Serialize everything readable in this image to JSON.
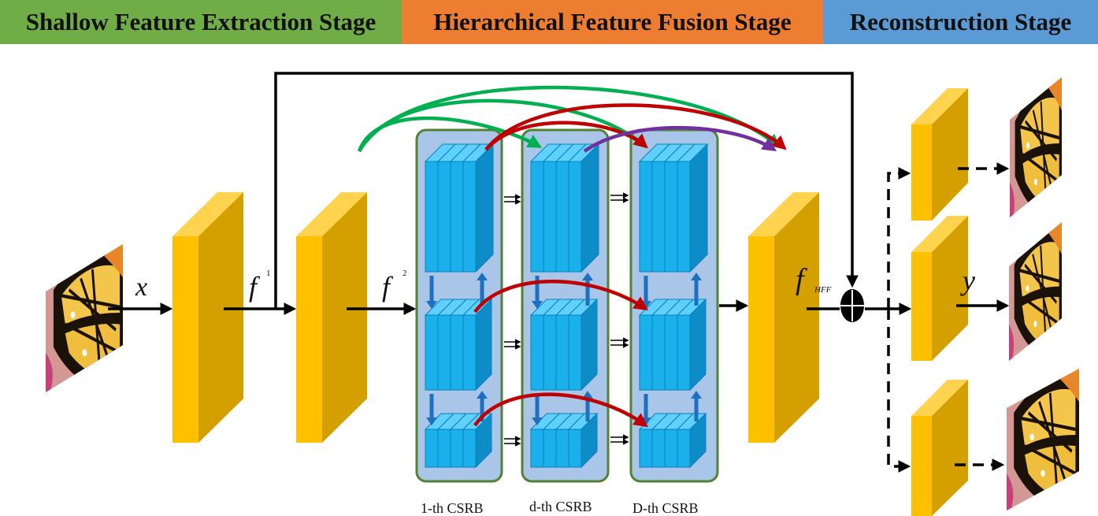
{
  "stages": {
    "shallow": "Shallow Feature Extraction Stage",
    "hierarchical": "Hierarchical Feature Fusion Stage",
    "reconstruction": "Reconstruction Stage"
  },
  "labels": {
    "input": "x",
    "f1_base": "f",
    "f1_sup": "1",
    "f2_base": "f",
    "f2_sup": "2",
    "fhff_base": "f",
    "fhff_sub": "HFF",
    "output": "y"
  },
  "blocks": {
    "first": "1-th CSRB",
    "middle": "d-th CSRB",
    "last": "D-th CSRB"
  },
  "colors": {
    "shallow": "#70ad47",
    "hierarchical": "#ed7d31",
    "reconstruction": "#5b9bd5",
    "feature_map": "#ffc000",
    "csrb_panel": "#a9c6e8",
    "csrb_border": "#548235",
    "cube": "#1ab0ec",
    "skip_green": "#00b050",
    "skip_red": "#c00000",
    "skip_purple": "#7030a0"
  },
  "icons": [
    "butterfly-image",
    "plus-circle-icon",
    "feature-map-block",
    "cube-stack"
  ]
}
